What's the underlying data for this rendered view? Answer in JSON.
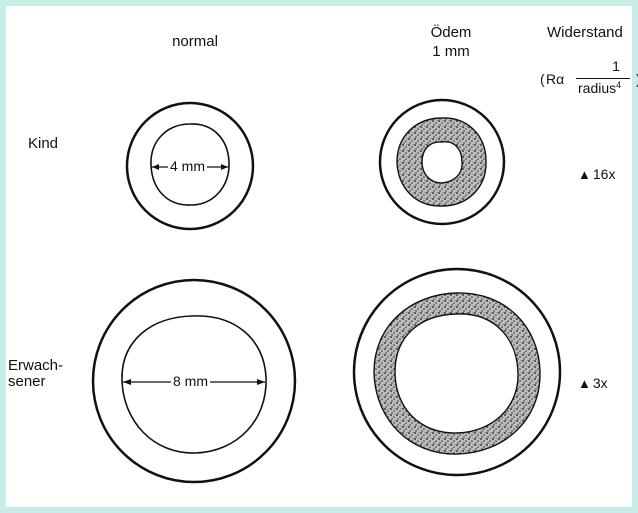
{
  "columns": {
    "normal": "normal",
    "oedem_line1": "Ödem",
    "oedem_line2": "1 mm",
    "widerstand": "Widerstand"
  },
  "formula": {
    "open": "(",
    "lhs": "Rα",
    "numerator": "1",
    "denominator": "radius",
    "exponent": "4",
    "close": ")"
  },
  "rows": {
    "kind": "Kind",
    "erwachsener_line1": "Erwach-",
    "erwachsener_line2": "sener"
  },
  "dimensions": {
    "kind": "4 mm",
    "erwachsener": "8 mm"
  },
  "resistance": {
    "kind": "16x",
    "erwachsener": "3x"
  },
  "colors": {
    "background": "#c8ece8",
    "stroke": "#111111",
    "edema": "#888888"
  }
}
